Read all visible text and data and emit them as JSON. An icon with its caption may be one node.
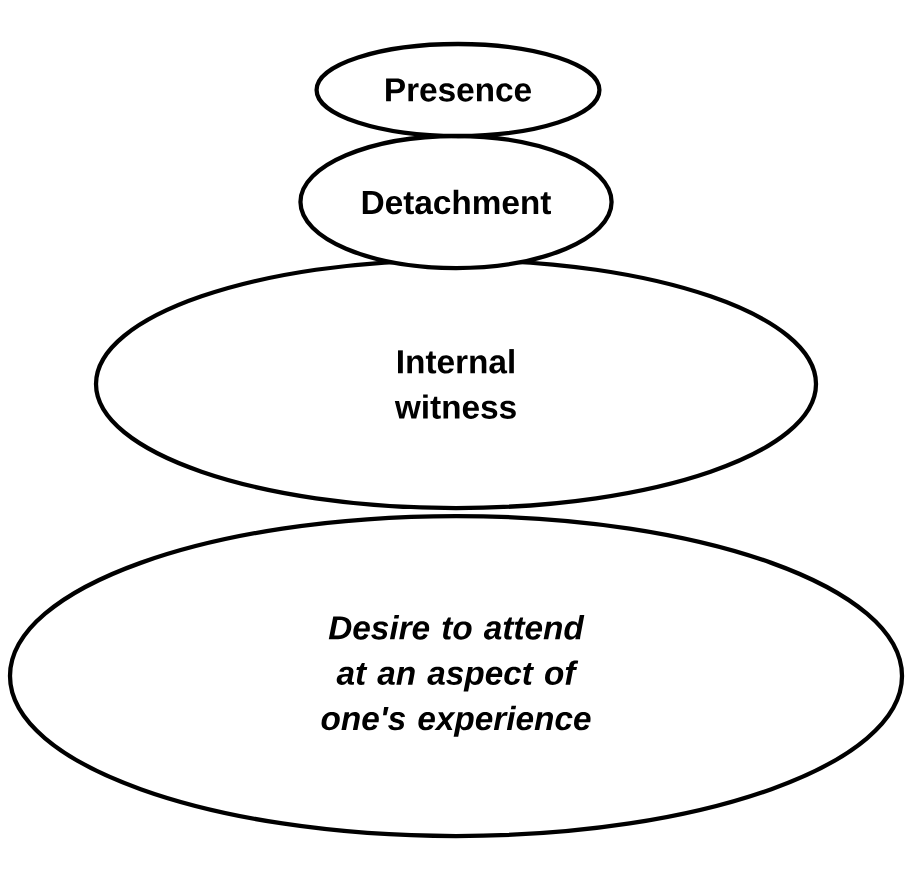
{
  "diagram": {
    "nodes": [
      {
        "text": [
          "Presence"
        ]
      },
      {
        "text": [
          "Detachment"
        ]
      },
      {
        "text": [
          "Internal witness"
        ]
      },
      {
        "text": [
          "*Desire to attend at an aspect of one's experience*"
        ]
      }
    ]
  }
}
